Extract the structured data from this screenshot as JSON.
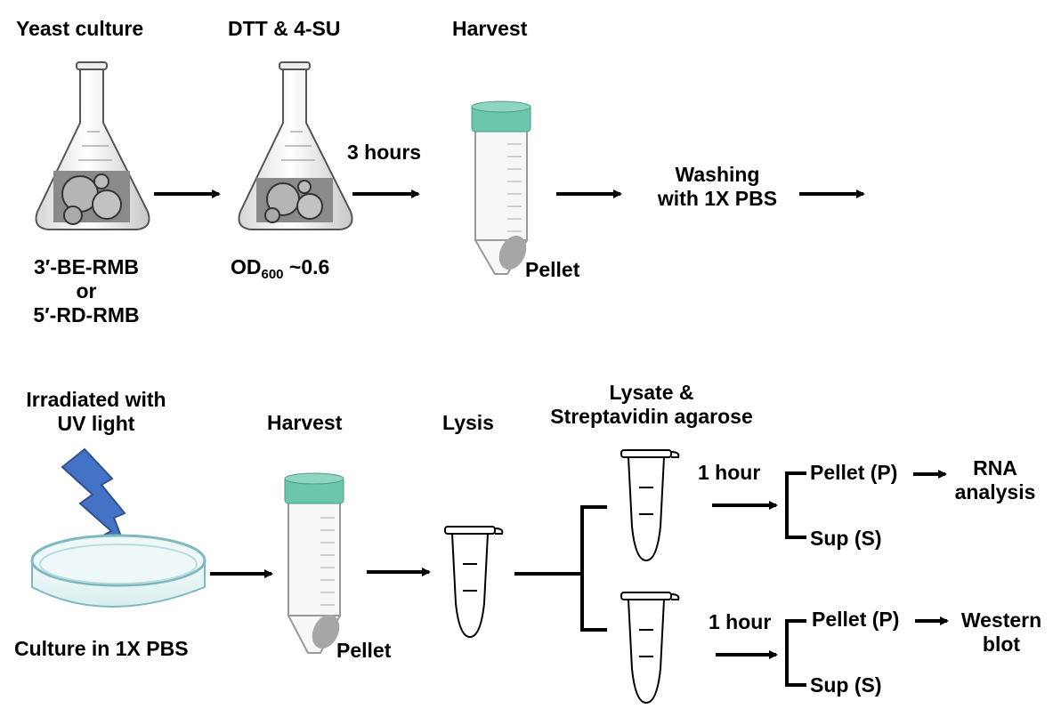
{
  "top_row": {
    "yeast_culture": "Yeast culture",
    "dtt_4su": "DTT & 4-SU",
    "harvest": "Harvest",
    "three_hours": "3 hours",
    "washing_line1": "Washing",
    "washing_line2": "with 1X PBS",
    "strain_line1": "3′-BE-RMB",
    "strain_line2": "or",
    "strain_line3": "5′-RD-RMB",
    "od_prefix": "OD",
    "od_subscript": "600",
    "od_suffix": " ~0.6",
    "pellet": "Pellet"
  },
  "bottom_row": {
    "irradiated_line1": "Irradiated with",
    "irradiated_line2": "UV light",
    "culture_pbs": "Culture in 1X PBS",
    "harvest": "Harvest",
    "pellet": "Pellet",
    "lysis": "Lysis",
    "lysate_line1": "Lysate &",
    "lysate_line2": "Streptavidin agarose",
    "upper_branch": {
      "time": "1 hour",
      "pellet": "Pellet (P)",
      "sup": "Sup (S)",
      "result_line1": "RNA",
      "result_line2": "analysis"
    },
    "lower_branch": {
      "time": "1 hour",
      "pellet": "Pellet (P)",
      "sup": "Sup (S)",
      "result_line1": "Western",
      "result_line2": "blot"
    }
  },
  "colors": {
    "cap": "#6cc5ad",
    "uv_bolt": "#4472c4",
    "pellet": "#a6a6a6",
    "dish_rim": "#b9dde0",
    "arrow": "#000000"
  },
  "icons": [
    "flask-icon",
    "conical-tube-icon",
    "microtube-icon",
    "petri-dish-icon",
    "uv-bolt-icon",
    "cell-image"
  ]
}
